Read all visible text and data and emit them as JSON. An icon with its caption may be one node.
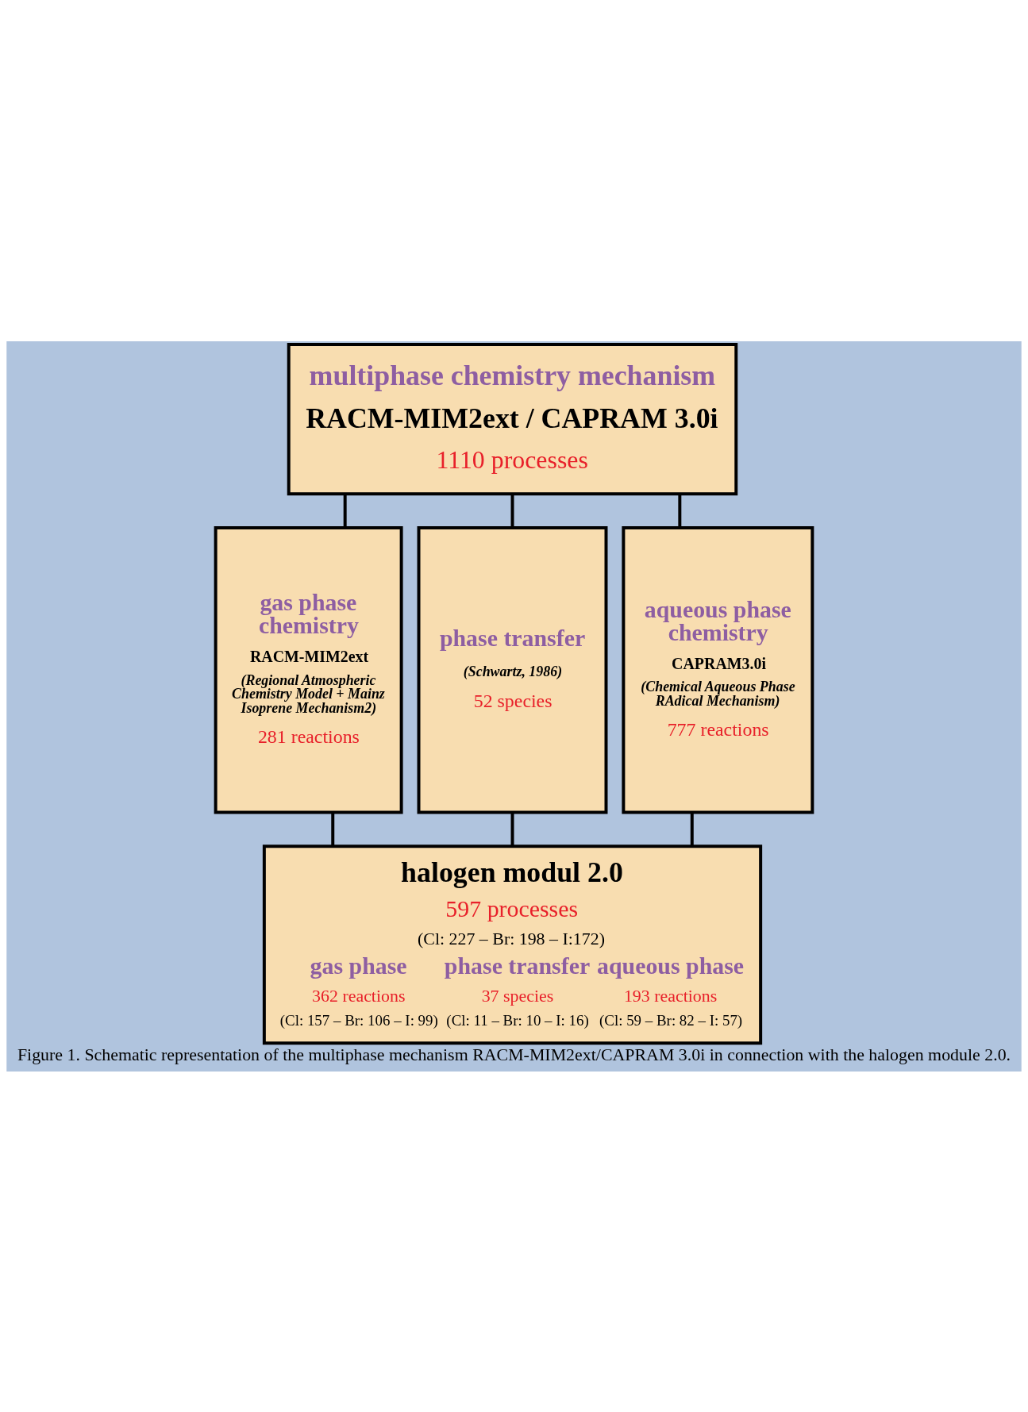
{
  "diagram": {
    "caption": "Figure 1. Schematic representation of the multiphase mechanism RACM-MIM2ext/CAPRAM 3.0i in connection with the halogen module 2.0.",
    "nodes": [
      {
        "text": [
          "multiphase chemistry mechanism",
          "RACM-MIM2ext / CAPRAM 3.0i",
          "1110 processes"
        ]
      },
      {
        "text": [
          "gas phase chemistry",
          "RACM-MIM2ext",
          "(Regional Atmospheric Chemistry Model + Mainz Isoprene Mechanism2)",
          "281 reactions"
        ]
      },
      {
        "text": [
          "phase transfer",
          "(Schwartz, 1986)",
          "52 species"
        ]
      },
      {
        "text": [
          "aqueous phase chemistry",
          "CAPRAM3.0i",
          "(Chemical Aqueous Phase RAdical Mechanism)",
          "777 reactions"
        ]
      },
      {
        "text": [
          "halogen modul 2.0",
          "597 processes",
          "(Cl: 227 – Br: 198 – I:172)",
          "gas phase",
          "362 reactions",
          "(Cl: 157 – Br: 106 – I: 99)",
          "phase transfer",
          "37 species",
          "(Cl: 11 – Br: 10 – I: 16)",
          "aqueous phase",
          "193 reactions",
          "(Cl: 59 – Br: 82 – I: 57)"
        ]
      }
    ],
    "edges": [
      {
        "from": 0,
        "to": 1,
        "arrow": "none"
      },
      {
        "from": 0,
        "to": 2,
        "arrow": "none"
      },
      {
        "from": 0,
        "to": 3,
        "arrow": "none"
      },
      {
        "from": 1,
        "to": 4,
        "arrow": "none"
      },
      {
        "from": 2,
        "to": 4,
        "arrow": "none"
      },
      {
        "from": 3,
        "to": 4,
        "arrow": "none"
      }
    ]
  }
}
